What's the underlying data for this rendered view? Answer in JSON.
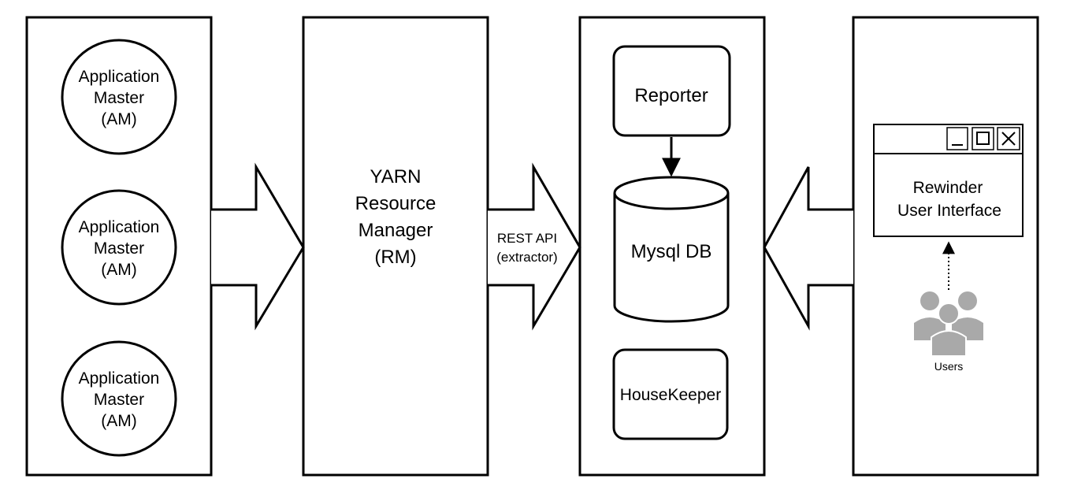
{
  "application_masters": [
    {
      "line1": "Application",
      "line2": "Master",
      "line3": "(AM)"
    },
    {
      "line1": "Application",
      "line2": "Master",
      "line3": "(AM)"
    },
    {
      "line1": "Application",
      "line2": "Master",
      "line3": "(AM)"
    }
  ],
  "resource_manager": {
    "line1": "YARN",
    "line2": "Resource",
    "line3": "Manager",
    "line4": "(RM)"
  },
  "rest_api": {
    "line1": "REST API",
    "line2": "(extractor)"
  },
  "storage": {
    "reporter": "Reporter",
    "database": "Mysql DB",
    "housekeeper": "HouseKeeper"
  },
  "ui": {
    "line1": "Rewinder",
    "line2": "User Interface",
    "users_label": "Users"
  },
  "colors": {
    "stroke": "#000000",
    "users_icon": "#a9a9a9",
    "background": "#ffffff"
  },
  "icons": {
    "users": "users-icon",
    "minimize": "minimize-icon",
    "maximize": "maximize-icon",
    "close": "close-icon"
  }
}
